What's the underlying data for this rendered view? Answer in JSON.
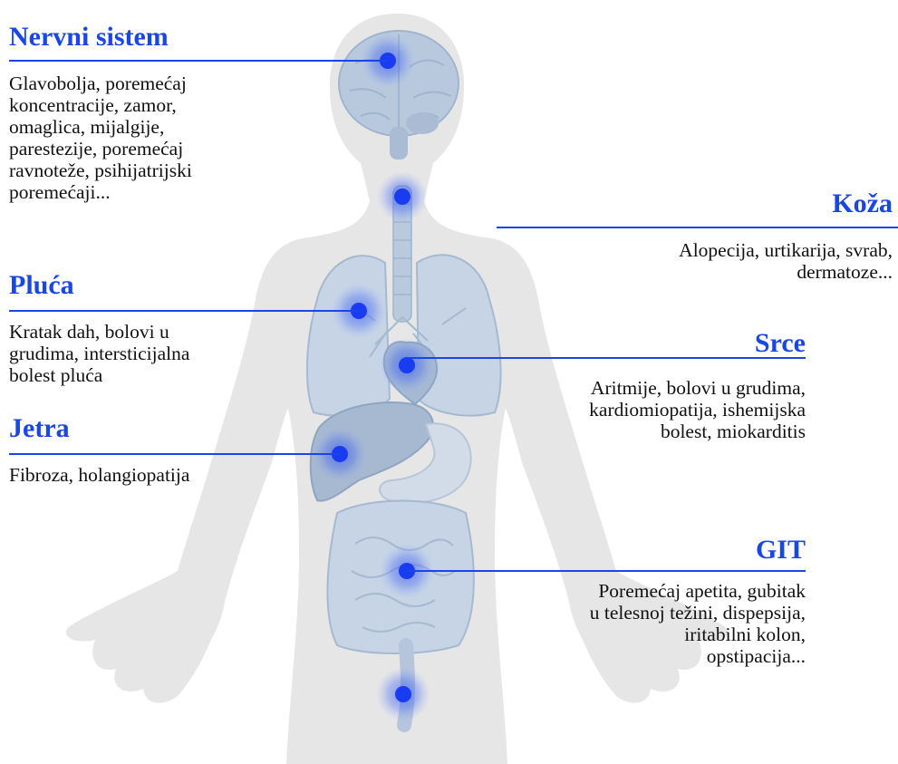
{
  "colors": {
    "accent": "#1846e8",
    "body": "#e6e6e6",
    "organ": "#b7c8dd",
    "marker": "#1a3cf0"
  },
  "sections": {
    "nervni": {
      "title": "Nervni sistem",
      "text": "Glavobolja, poremećaj\nkoncentracije, zamor,\nomaglica, mijalgije,\nparestezije, poremećaj\nravnoteže, psihijatrijski\nporemećaji..."
    },
    "koza": {
      "title": "Koža",
      "text": "Alopecija, urtikarija, svrab,\ndermatoze..."
    },
    "pluca": {
      "title": "Pluća",
      "text": "Kratak dah, bolovi u\ngrudima, intersticijalna\nbolest pluća"
    },
    "srce": {
      "title": "Srce",
      "text": "Aritmije,  bolovi u grudima,\nkardiomiopatija, ishemijska\nbolest, miokarditis"
    },
    "jetra": {
      "title": "Jetra",
      "text": "Fibroza, holangiopatija"
    },
    "git": {
      "title": "GIT",
      "text": "Poremećaj apetita, gubitak\nu telesnoj težini, dispepsija,\niritabilni kolon,\nopstipacija..."
    }
  },
  "icons": {
    "body": "human-body-silhouette",
    "organs": [
      "brain",
      "trachea",
      "lungs",
      "heart",
      "liver",
      "stomach",
      "intestines"
    ]
  }
}
